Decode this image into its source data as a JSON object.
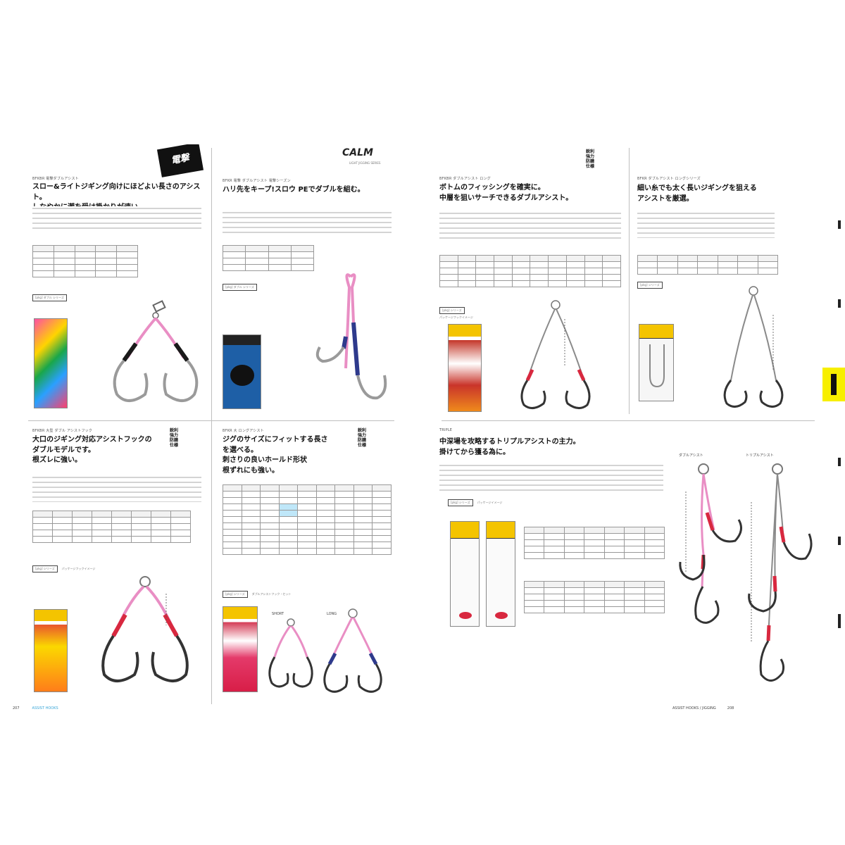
{
  "document": {
    "type": "fishing hook product catalog spread",
    "colors": {
      "pink_line": "#e98ec4",
      "red_line": "#d8283f",
      "navy_line": "#2e3a8c",
      "yellow_tab": "#f7ef00",
      "package_yellow": "#f4c400"
    }
  },
  "left_page": {
    "products": [
      {
        "id": "tl",
        "code": "BFKBR 電撃ダブルアシスト",
        "headline_lines": [
          "スロー&ライトジギング向けにほどよい長さのアシスト。",
          "しなやかに潮を受け掛かりが速い。"
        ],
        "logo": "電撃",
        "button_label": "[pkg] ダブル シリーズ"
      },
      {
        "id": "tc",
        "code": "BFKR 電撃 ダブルアシスト 電撃シーズン",
        "headline_lines": [
          "ハリ先をキープ!スロウ PEでダブルを組む。"
        ],
        "logo": "CALM",
        "logo_sub": "LIGHT JIGGING SERIES",
        "button_label": "[pkg] ダブル シリーズ"
      },
      {
        "id": "bl",
        "code": "BFKBR 大型 ダブル アシストフック",
        "headline_lines": [
          "大口のジギング対応アシストフックの",
          "ダブルモデルです。",
          "根ズレに強い。"
        ],
        "stamp_lines": [
          "鋭利",
          "強力",
          "防錆",
          "仕様"
        ],
        "button_label": "[pkg] シリーズ",
        "button_note": "パッケージフックイメージ",
        "caption_short": "",
        "caption_long": ""
      },
      {
        "id": "bc",
        "code": "BFKR 大 ロングアシスト",
        "headline_lines": [
          "ジグのサイズにフィットする長さ",
          "を選べる。",
          "刺さりの良いホールド形状",
          "根ずれにも強い。"
        ],
        "stamp_lines": [
          "鋭利",
          "強力",
          "防錆",
          "仕様"
        ],
        "button_label": "[pkg] シリーズ",
        "button_note": "ダブルアシストフック・セット",
        "caption_short": "SHORT",
        "caption_long": "LONG"
      }
    ],
    "folio": {
      "number": "207",
      "text": "ASSIST HOOKS"
    }
  },
  "right_page": {
    "products": [
      {
        "id": "tr1",
        "code": "BFKBR ダブルアシスト ロング",
        "headline_lines": [
          "ボトムのフィッシングを確実に。",
          "中層を狙いサーチできるダブルアシスト。"
        ],
        "stamp_lines": [
          "鋭利",
          "強力",
          "防錆",
          "仕様"
        ],
        "button_label": "[pkg] シリーズ",
        "button_note": "パッケージフックイメージ"
      },
      {
        "id": "tr2",
        "code": "BFKR ダブルアシスト ロングシリーズ",
        "headline_lines": [
          "細い糸でも太く長いジギングを狙える",
          "アシストを厳選。"
        ],
        "button_label": "[pkg] シリーズ"
      },
      {
        "id": "br",
        "code": "TRIPLE",
        "headline_lines": [
          "中深場を攻略するトリプルアシストの主力。",
          "掛けてから獲る為に。"
        ],
        "button_label": "[pkg] シリーズ",
        "button_note": "パッケージイメージ",
        "label_double": "ダブルアシスト",
        "label_triple": "トリプルアシスト"
      }
    ],
    "folio": {
      "number": "208",
      "text": "ASSIST HOOKS / JIGGING"
    }
  }
}
